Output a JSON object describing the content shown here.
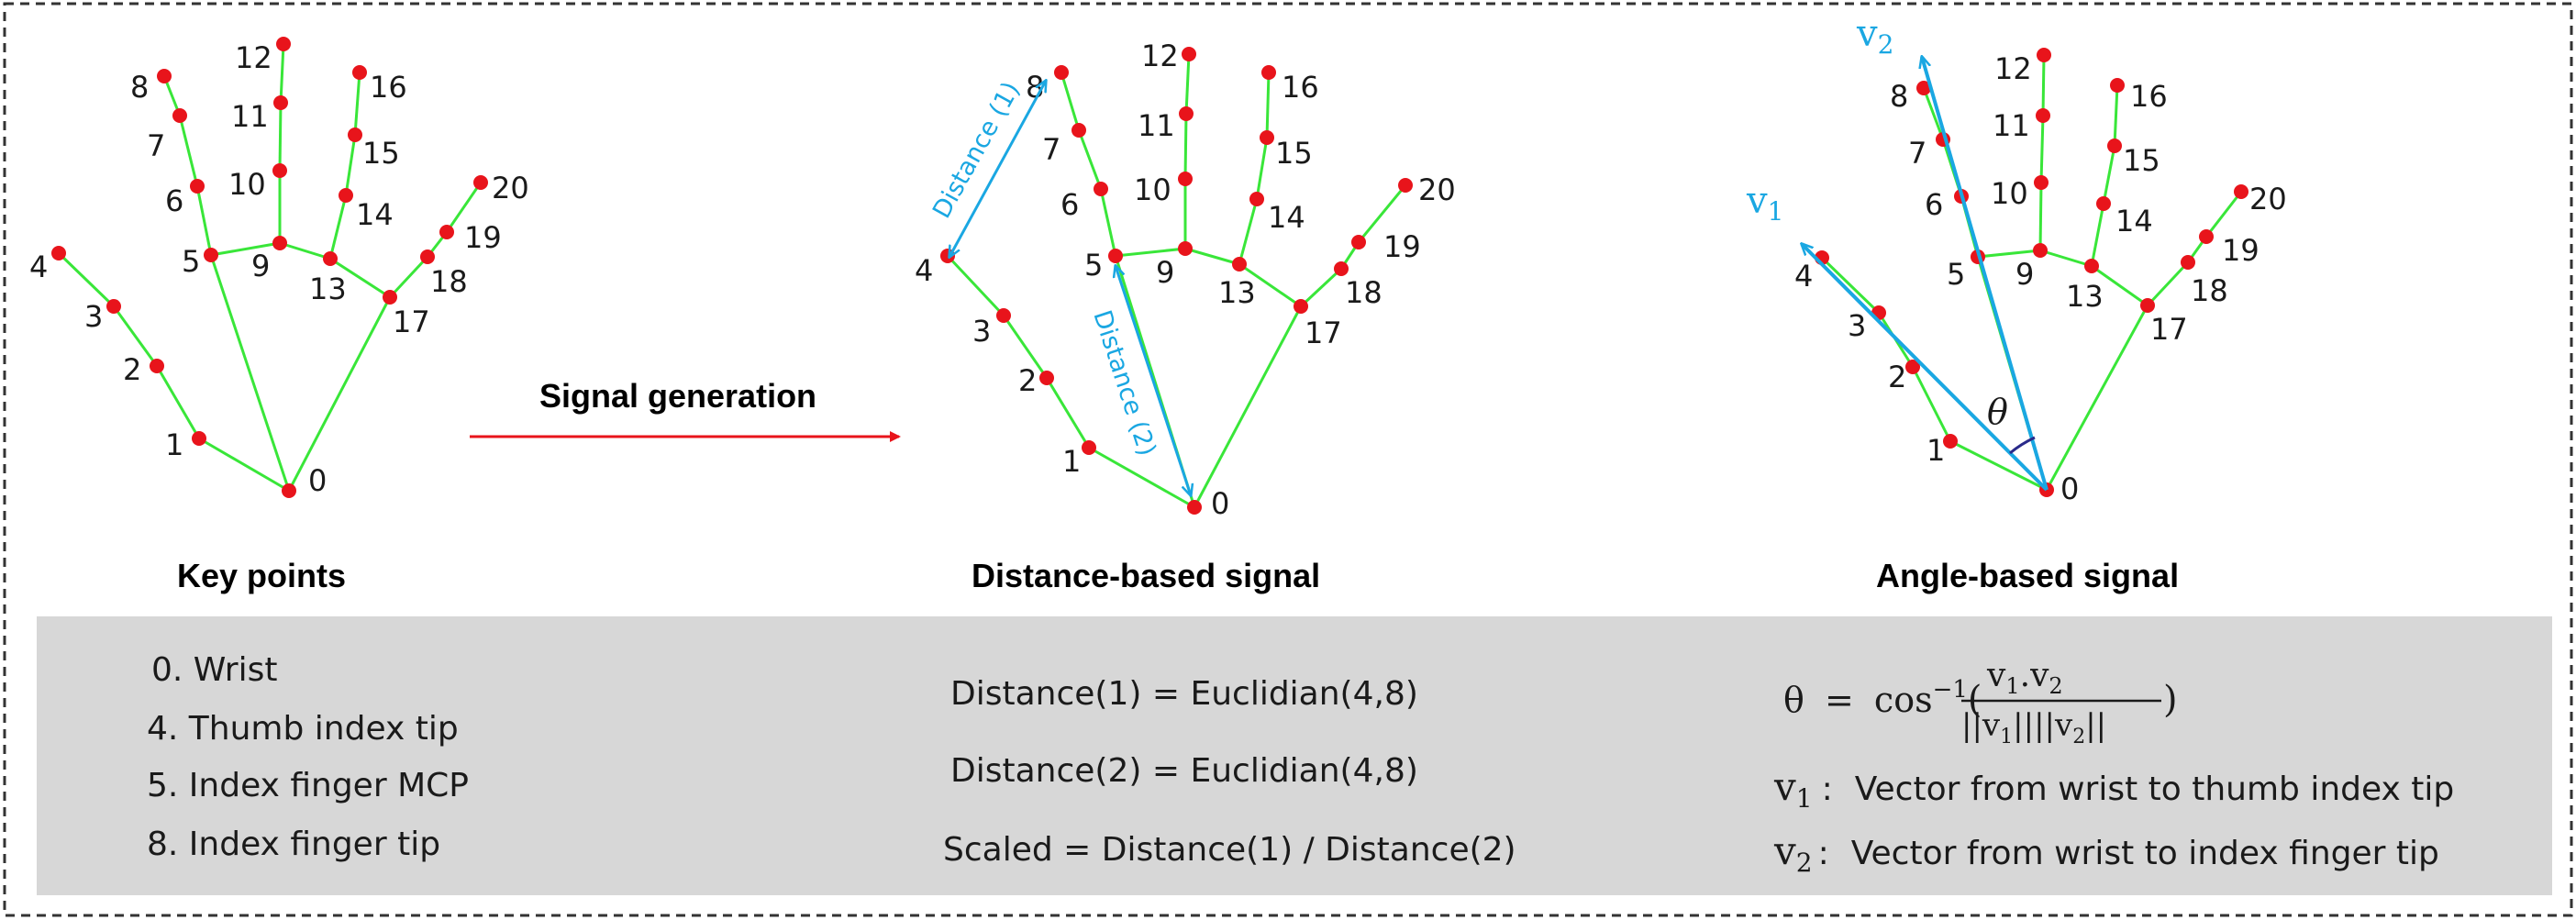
{
  "colors": {
    "bone": "#39e639",
    "joint": "#e8141b",
    "accent": "#1aa7e2",
    "arrow": "#e8141b",
    "panel": "#d7d7d7",
    "border": "#333333"
  },
  "keypoint_ids": [
    "0",
    "1",
    "2",
    "3",
    "4",
    "5",
    "6",
    "7",
    "8",
    "9",
    "10",
    "11",
    "12",
    "13",
    "14",
    "15",
    "16",
    "17",
    "18",
    "19",
    "20"
  ],
  "arrow_label": "Signal generation",
  "captions": {
    "keypoints": "Key points",
    "distance": "Distance-based signal",
    "angle": "Angle-based signal"
  },
  "distance_annotations": {
    "d1": "Distance (1)",
    "d2": "Distance (2)"
  },
  "angle_annotations": {
    "v1": "v",
    "v1_sub": "1",
    "v2": "v",
    "v2_sub": "2",
    "theta": "θ"
  },
  "legend": {
    "keypoints": [
      "0. Wrist",
      "4. Thumb index tip",
      "5. Index finger MCP",
      "8. Index finger tip"
    ],
    "distance": [
      "Distance(1) = Euclidian(4,8)",
      "Distance(2) = Euclidian(4,8)",
      "Scaled = Distance(1) / Distance(2)"
    ],
    "angle": {
      "theta": "θ",
      "eq": "=",
      "cos": "cos",
      "inv": "−1",
      "lparen": "(",
      "rparen": ")",
      "num_v1": "v",
      "num_sub1": "1",
      "num_dot": ".",
      "num_v2": "v",
      "num_sub2": "2",
      "den_bars": "||",
      "den_v1": "v",
      "den_sub1": "1",
      "den_v2": "v",
      "den_sub2": "2",
      "v1_sym": "v",
      "v1_sub": "1",
      "v1_colon": ":",
      "v1_desc": "Vector from wrist to thumb index tip",
      "v2_sym": "v",
      "v2_sub": "2",
      "v2_colon": ":",
      "v2_desc": "Vector from wrist to index finger tip"
    }
  }
}
